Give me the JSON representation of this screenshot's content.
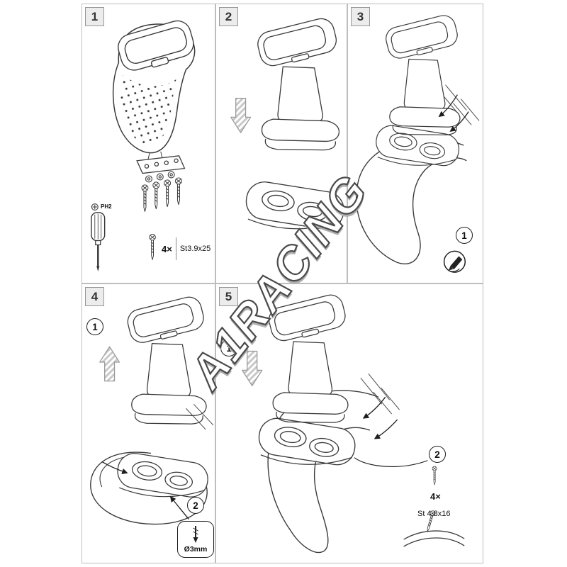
{
  "document": {
    "watermark": "A1RACING"
  },
  "colors": {
    "line_art": "#3a3a3a",
    "panel_border": "#bdbdbd",
    "step_box_bg": "#ececec",
    "gray_arrow_fill": "#c8c8c8",
    "watermark_outline": "#4a4a4a"
  },
  "steps": {
    "s1": {
      "number": "1",
      "tool_label": "PH2",
      "qty": "4×",
      "screw_spec": "St3.9x25"
    },
    "s2": {
      "number": "2"
    },
    "s3": {
      "number": "3",
      "callout_mark": "1"
    },
    "s4": {
      "number": "4",
      "callout_lift": "1",
      "callout_drill": "2",
      "drill_spec": "Ø3mm"
    },
    "s5": {
      "number": "5",
      "callout_place": "1",
      "callout_screw": "2",
      "qty": "4×",
      "screw_spec": "St 4,8x16"
    }
  }
}
